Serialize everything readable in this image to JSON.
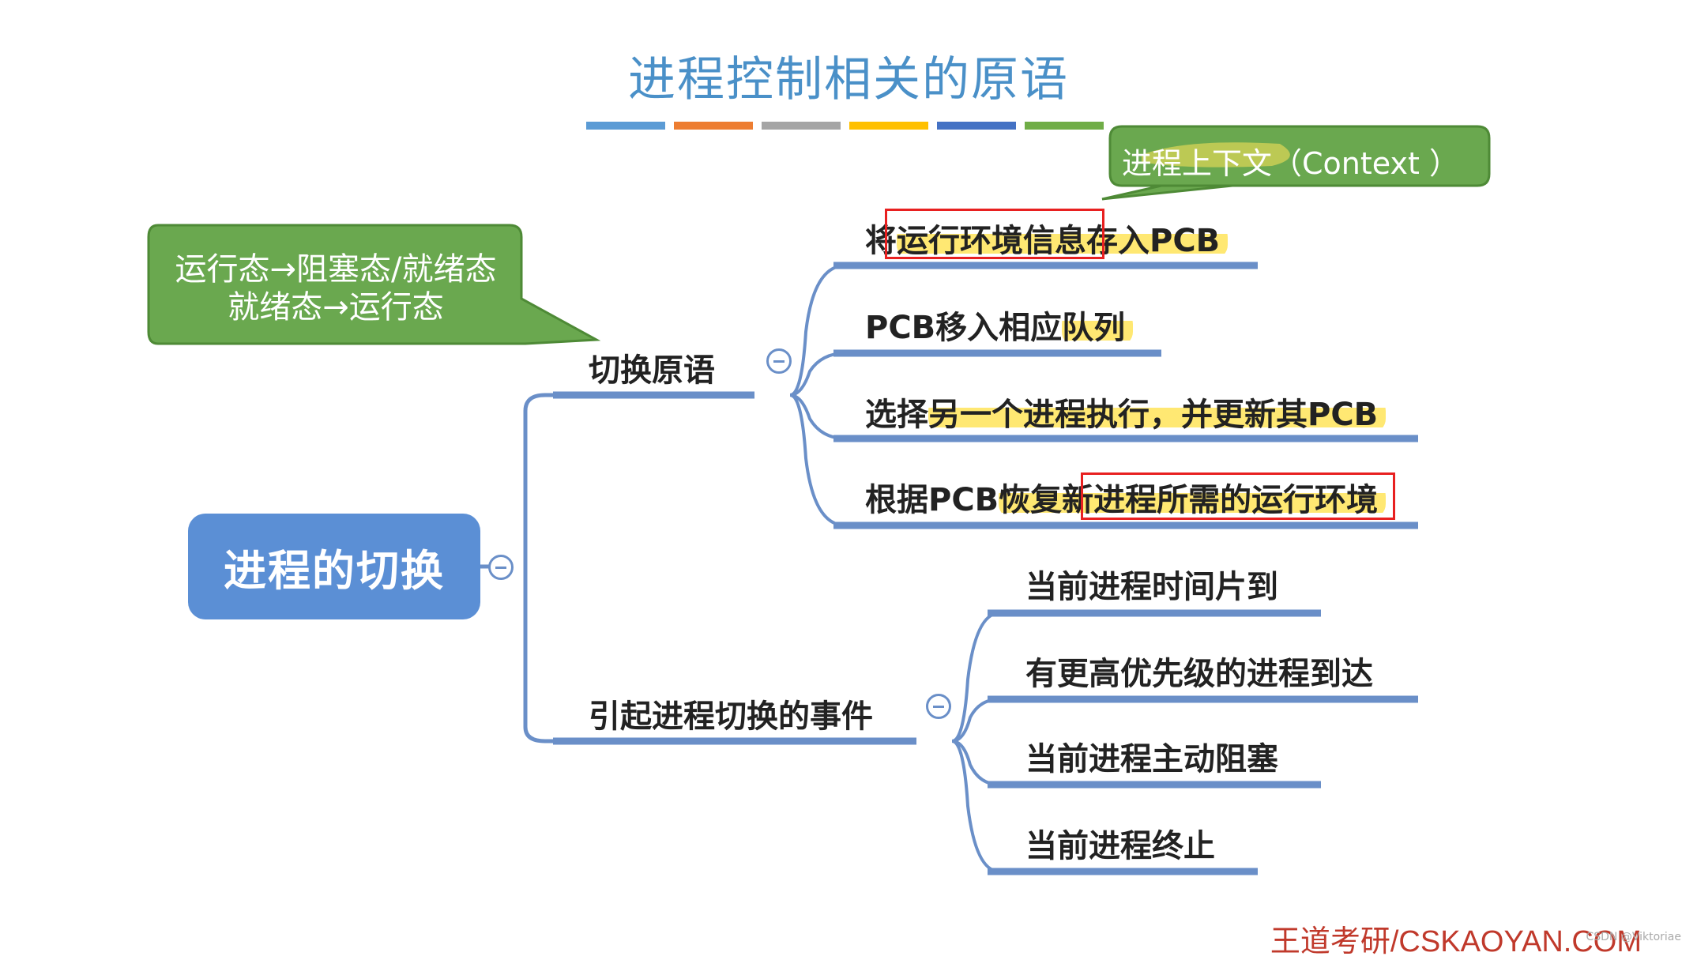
{
  "title": "进程控制相关的原语",
  "title_bar_colors": [
    "#5b9bd5",
    "#ed7d31",
    "#a5a5a5",
    "#ffc000",
    "#4472c4",
    "#70ad47"
  ],
  "root": {
    "label": "进程的切换",
    "color": "#5b8fd5"
  },
  "callout_left": {
    "line1": "运行态→阻塞态/就绪态",
    "line2": "就绪态→运行态",
    "color": "#6aa84f"
  },
  "callout_context": {
    "label": "进程上下文（Context ）",
    "color": "#6aa84f"
  },
  "branches": [
    {
      "label": "切换原语",
      "children": [
        {
          "prefix": "将",
          "boxed": "运行环境信息",
          "suffix": "存入PCB"
        },
        {
          "prefix": "PCB移入相应",
          "highlight": "队列",
          "suffix": ""
        },
        {
          "prefix": "选择",
          "highlight": "另一个进程执行，并更新其PCB",
          "suffix": ""
        },
        {
          "prefix": "根据PCB",
          "highlight": "恢复新",
          "boxed": "进程所需的运行环境",
          "suffix": ""
        }
      ]
    },
    {
      "label": "引起进程切换的事件",
      "children": [
        {
          "prefix": "当前进程时间片到"
        },
        {
          "prefix": "有更高优先级的进程到达"
        },
        {
          "prefix": "当前进程主动阻塞"
        },
        {
          "prefix": "当前进程终止"
        }
      ]
    }
  ],
  "footer": "王道考研/CSKAOYAN.COM",
  "watermark": "CSDN @Viktoriae"
}
